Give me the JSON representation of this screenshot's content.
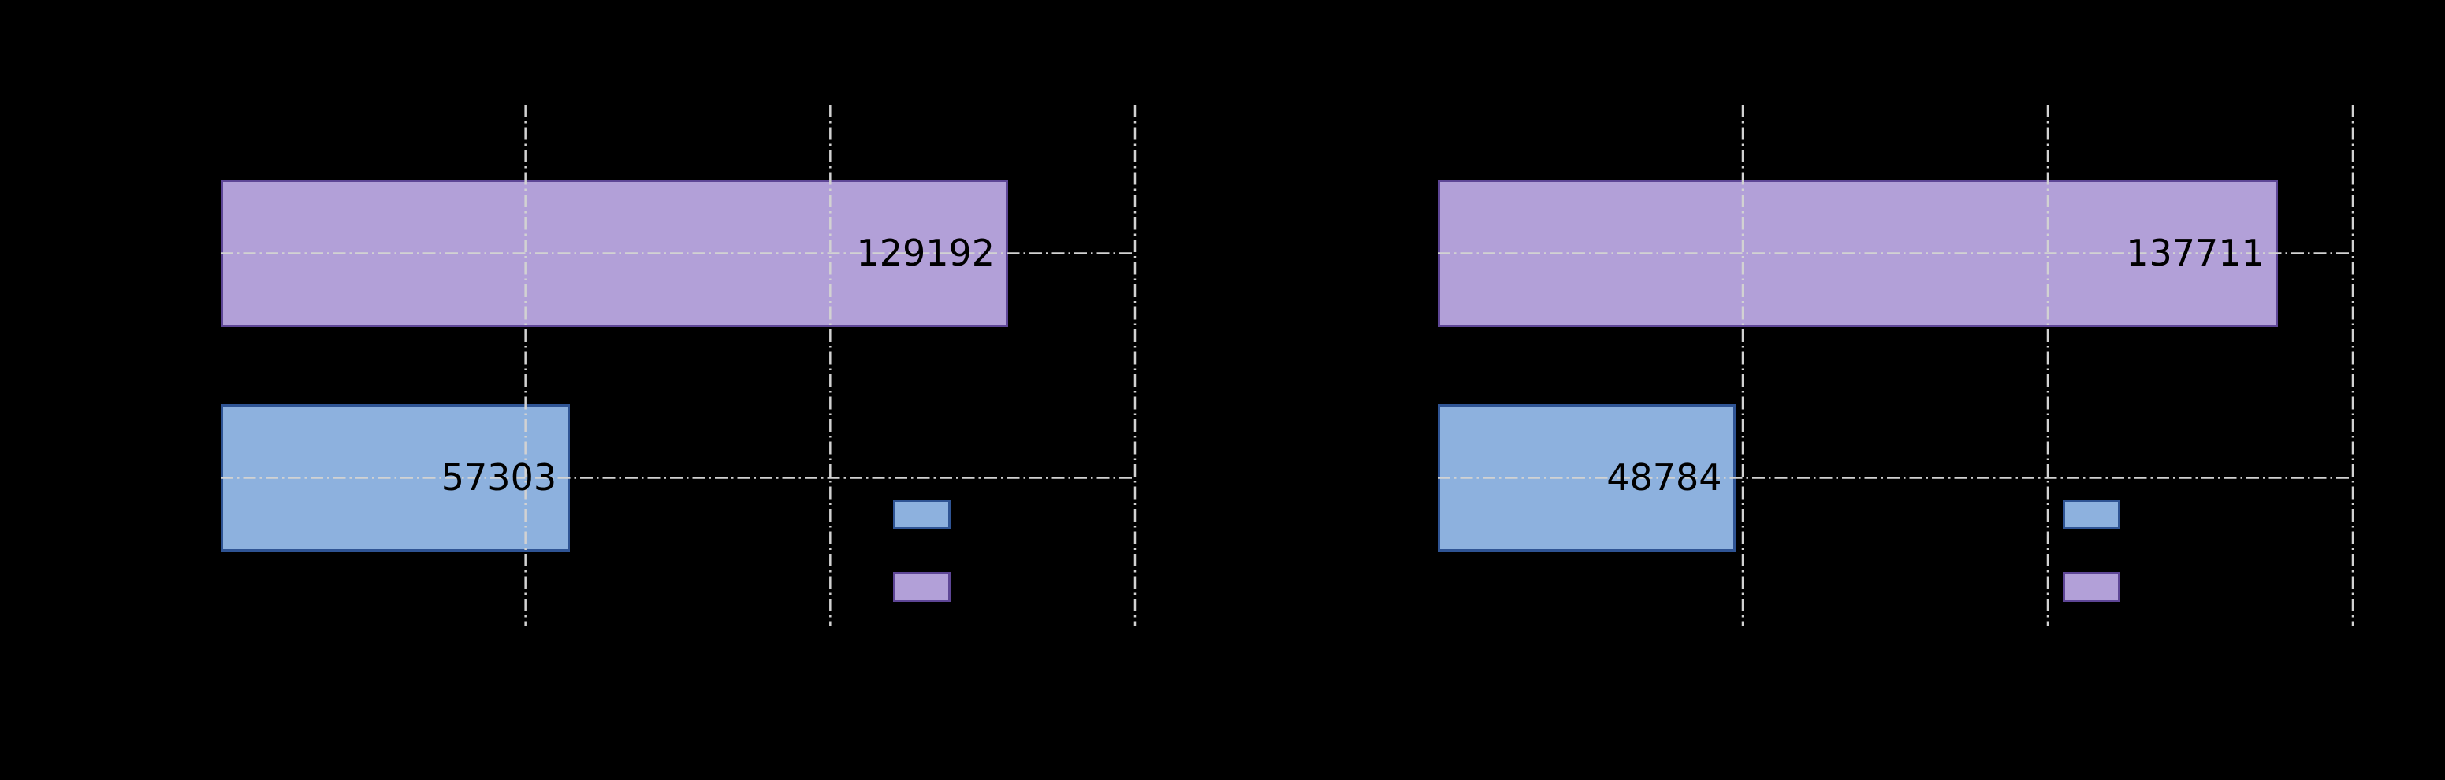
{
  "figure": {
    "background_color": "#000000"
  },
  "chart_data": [
    {
      "type": "bar",
      "orientation": "horizontal",
      "panel": "left",
      "xlim": [
        0,
        150000
      ],
      "x_gridlines": [
        50000,
        100000,
        150000
      ],
      "grid": true,
      "grid_style": "dash-dot",
      "grid_color": "#d2d2d2",
      "values": [
        129192,
        57303
      ],
      "bar_labels": [
        "129192",
        "57303"
      ],
      "bar_fill_colors": [
        "#b2a0d8",
        "#8db1de"
      ],
      "bar_edge_colors": [
        "#5e4696",
        "#2f5494"
      ],
      "value_label_color": "#000000",
      "legend": {
        "position": "lower-right",
        "frame": false,
        "entries": [
          {
            "swatch_fill": "#8db1de",
            "swatch_edge": "#2f5494"
          },
          {
            "swatch_fill": "#b2a0d8",
            "swatch_edge": "#5e4696"
          }
        ]
      }
    },
    {
      "type": "bar",
      "orientation": "horizontal",
      "panel": "right",
      "xlim": [
        0,
        150000
      ],
      "x_gridlines": [
        50000,
        100000,
        150000
      ],
      "grid": true,
      "grid_style": "dash-dot",
      "grid_color": "#d2d2d2",
      "values": [
        137711,
        48784
      ],
      "bar_labels": [
        "137711",
        "48784"
      ],
      "bar_fill_colors": [
        "#b2a0d8",
        "#8db1de"
      ],
      "bar_edge_colors": [
        "#5e4696",
        "#2f5494"
      ],
      "value_label_color": "#000000",
      "legend": {
        "position": "lower-right",
        "frame": false,
        "entries": [
          {
            "swatch_fill": "#8db1de",
            "swatch_edge": "#2f5494"
          },
          {
            "swatch_fill": "#b2a0d8",
            "swatch_edge": "#5e4696"
          }
        ]
      }
    }
  ]
}
